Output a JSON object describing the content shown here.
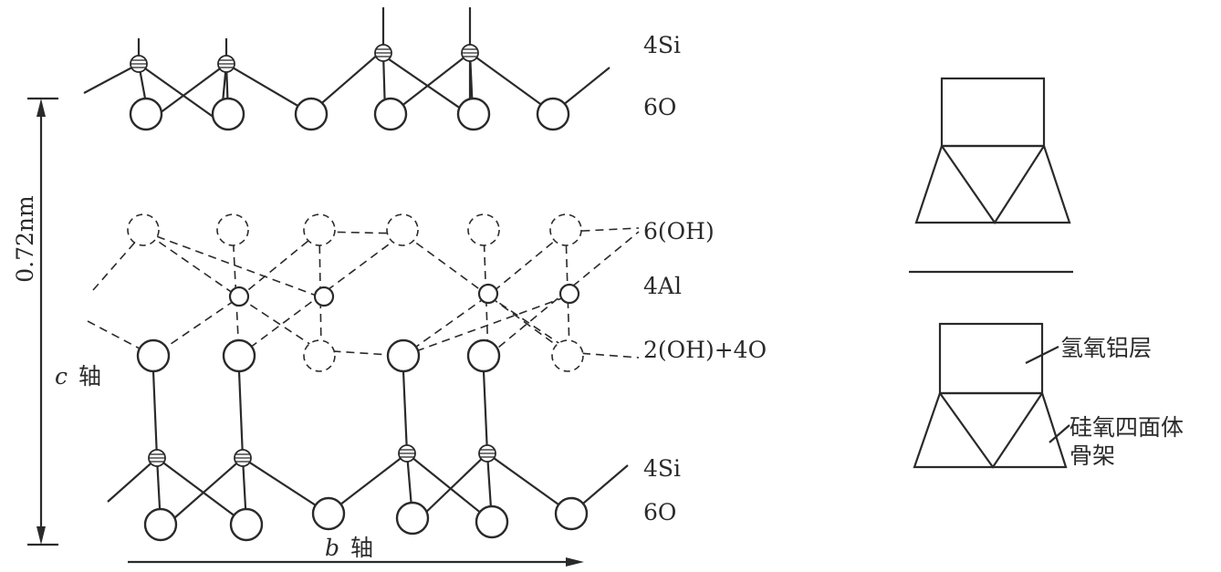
{
  "structure": {
    "labels": {
      "top_si": "4Si",
      "top_o": "6O",
      "oh_layer": "6(OH)",
      "al_layer": "4Al",
      "mixed_layer": "2(OH)+4O",
      "bottom_si": "4Si",
      "bottom_o": "6O"
    },
    "c_axis": {
      "spacing": "0.72nm",
      "letter": "c",
      "word": "轴"
    },
    "b_axis": {
      "letter": "b",
      "word": "轴"
    }
  },
  "schematic": {
    "alumina_layer": "氢氧铝层",
    "silica_framework_line1": "硅氧四面体",
    "silica_framework_line2": "骨架"
  }
}
